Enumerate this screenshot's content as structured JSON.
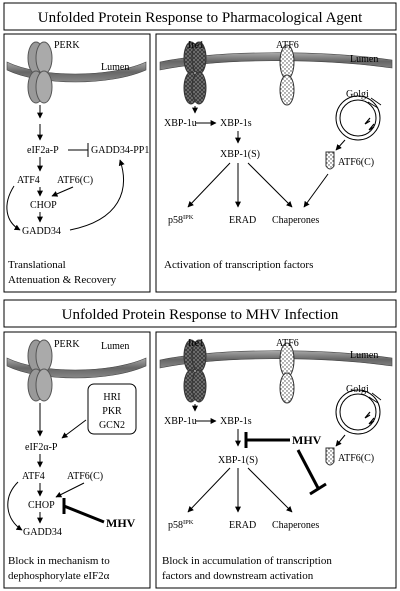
{
  "top_title": "Unfolded Protein Response to Pharmacological Agent",
  "bottom_title": "Unfolded Protein Response to MHV Infection",
  "panel_tl": {
    "perk": "PERK",
    "lumen": "Lumen",
    "eif2a_p": "eIF2a-P",
    "gadd34_pp1": "GADD34-PP1",
    "atf4": "ATF4",
    "atf6c": "ATF6(C)",
    "chop": "CHOP",
    "gadd34": "GADD34",
    "caption_line1": "Translational",
    "caption_line2": "Attenuation & Recovery"
  },
  "panel_tr": {
    "ire1": "Ire1",
    "atf6": "ATF6",
    "lumen": "Lumen",
    "golgi": "Golgi",
    "xbp1u": "XBP-1u",
    "xbp1s": "XBP-1s",
    "xbp1_s": "XBP-1(S)",
    "p58": "p58",
    "p58_sup": "IPK",
    "erad": "ERAD",
    "chaperones": "Chaperones",
    "atf6c": "ATF6(C)",
    "caption": "Activation of transcription factors"
  },
  "panel_bl": {
    "perk": "PERK",
    "lumen": "Lumen",
    "hri": "HRI",
    "pkr": "PKR",
    "gcn2": "GCN2",
    "eif2a_p": "eIF2α-P",
    "atf4": "ATF4",
    "atf6c": "ATF6(C)",
    "chop": "CHOP",
    "gadd34": "GADD34",
    "mhv": "MHV",
    "caption_line1": "Block in mechanism to",
    "caption_line2": "dephosphorylate eIF2α"
  },
  "panel_br": {
    "ire1": "Ire1",
    "atf6": "ATF6",
    "lumen": "Lumen",
    "golgi": "Golgi",
    "xbp1u": "XBP-1u",
    "xbp1s": "XBP-1s",
    "xbp1_s": "XBP-1(S)",
    "mhv": "MHV",
    "p58": "p58",
    "p58_sup": "IPK",
    "erad": "ERAD",
    "chaperones": "Chaperones",
    "atf6c": "ATF6(C)",
    "caption_line1": "Block in accumulation of transcription",
    "caption_line2": "factors and downstream activation"
  }
}
